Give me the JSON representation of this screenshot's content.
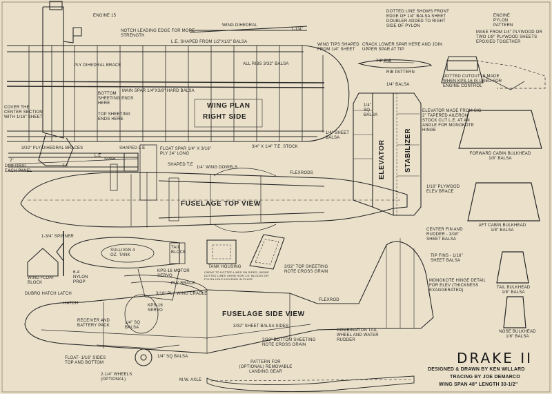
{
  "title": "DRAKE II",
  "credits": {
    "designed": "DESIGNED & DRAWN BY KEN WILLARD",
    "tracing": "TRACING BY JOE DEMARCO",
    "span": "WING SPAN 48\" LENGTH 33-1/2\""
  },
  "wing": {
    "engine": "ENGINE 15",
    "dihedral": "WING DIHEDRAL",
    "dihedral_size": "1-1/4\"",
    "notch": "NOTCH LEADING EDGE FOR MORE STRENGTH",
    "le": "L.E. SHAPED FROM 1/2\"x1/2\" BALSA",
    "tips": "WING TIPS SHAPED FROM 1/4\" SHEET",
    "ply_brace": "PLY DIHEDRAL BRACE",
    "ribs": "ALL RIBS 3/32\" BALSA",
    "bottom_sheet": "BOTTOM SHEETING ENDS HERE",
    "top_sheet": "TOP SHEETING ENDS HERE",
    "main_spar": "MAIN SPAR 1/4\"x3/8\" HARD BALSA",
    "plan": "WING PLAN",
    "right": "RIGHT SIDE",
    "cover": "COVER THE CENTER SECTION WITH 1/16\" SHEET",
    "te_stock": "3/4\" x 1/4\" T.E. STOCK",
    "ply_braces": "3/32\" PLY DIHEDRAL BRACES",
    "le_label": "L.E",
    "spar": "SPAR",
    "shaped_le": "SHAPED L.E",
    "float_spar": "FLOAT SPAR 1/4\" x 3/16\" PLY 24\" LONG",
    "shaped_te": "SHAPED T.E",
    "te": "T.E",
    "dihedral_each": "DIHEDRAL EACH PANEL",
    "dihedral_each_size": "2\""
  },
  "rib": {
    "crack": "CRACK LOWER SPAR HERE AND JOIN UPPER SPAR AT TIP",
    "tip_rib": "TIP RIB",
    "rib_pattern": "RIB PATTERN"
  },
  "pylon": {
    "dotted": "DOTTED LINE SHOWS FRONT EDGE OF 1/4\" BALSA SHEET DOUBLER ADDED TO RIGHT SIDE OF PYLON",
    "pattern": "ENGINE PYLON PATTERN",
    "make": "MAKE FROM 1/4\" PLYWOOD OR TWO 1/8\" PLYWOOD SHEETS EPOXIED TOGETHER",
    "cutout": "DOTTED CUTOUT IS MADE WHEN KPS-16 IS USED FOR ENGINE CONTROL"
  },
  "tail": {
    "balsa": "1/4\" BALSA",
    "balsa2": "1/4\" SQ BALSA",
    "elev_note": "ELEVATOR MADE FROM SIG 2\" TAPERED AILERON STOCK CUT L.E. AT AN ANGLE FOR MONOKOTE HINGE",
    "sheet": "1/4\" SHEET BALSA",
    "elevator": "ELEVATOR",
    "stabilizer": "STABILIZER",
    "ply_elev": "1/16\" PLYWOOD ELEV BRACE",
    "center_fin": "CENTER FIN AND RUDDER - 3/16\" SHEET BALSA",
    "tip_fins": "TIP FINS - 1/16\" SHEET BALSA",
    "hinge": "MONOKOTE HINGE DETAIL FOR ELEV (THICKNESS EXAGGERATED)",
    "combo": "COMBINATION TAIL WHEEL AND WATER RUDDER"
  },
  "fuselage": {
    "dowels": "1/4\" WING DOWELS",
    "flexrods": "FLEXRODS",
    "top_view": "FUSELAGE  TOP VIEW",
    "side_view": "FUSELAGE  SIDE VIEW",
    "sides": "3/32\" SHEET BALSA SIDES",
    "top_sheet": "3/32\" TOP SHEETING NOTE CROSS GRAIN",
    "bottom_sheet": "3/32\" BOTTOM SHEETING NOTE CROSS GRAIN",
    "flexrod": "FLEXROD",
    "spinner": "1-3/4\" SPINNER",
    "sullivan": "SULLIVAN 4 OZ. TANK",
    "tail_block": "TAIL BLOCK",
    "prop": "6-4 NYLON PROP",
    "motor_servo": "KPS-16 MOTOR SERVO",
    "ply_brace": "PLY BRACE",
    "cradle": "3/16\" PLY WING CRADLE",
    "tank_housing": "TANK HOUSING",
    "tank_note": "CARVE TO DOTTED LINES ON SIDES, INSIDE DOTTED LINES SHOW HOW 1/4\" BLOCKS OR PYLON HOLD HOUSING IN PLACE",
    "hatch_latch": "DUBRO HATCH LATCH",
    "hatch": "HATCH",
    "kps_servo": "KPS-16 SERVO",
    "receiver": "RECEIVER AND BATTERY PACK",
    "sq_balsa": "1/4\" SQ BALSA",
    "sq_balsa2": "1/4\" SQ BALSA",
    "float": "FLOAT- 1/16\" SIDES TOP AND BOTTOM",
    "wheels": "2-1/4\" WHEELS (OPTIONAL)",
    "mw_axle": "M.W. AXLE",
    "gear": "PATTERN FOR (OPTIONAL) REMOVABLE LANDING GEAR",
    "wing_float": "WING FLOAT BLOCK"
  },
  "bulkheads": {
    "forward": "FORWARD CABIN BULKHEAD 1/8\" BALSA",
    "aft": "AFT CABIN BULKHEAD 1/8\" BALSA",
    "tail": "TAIL BULKHEAD 1/8\" BALSA",
    "nose": "NOSE BULKHEAD 1/8\" BALSA"
  }
}
